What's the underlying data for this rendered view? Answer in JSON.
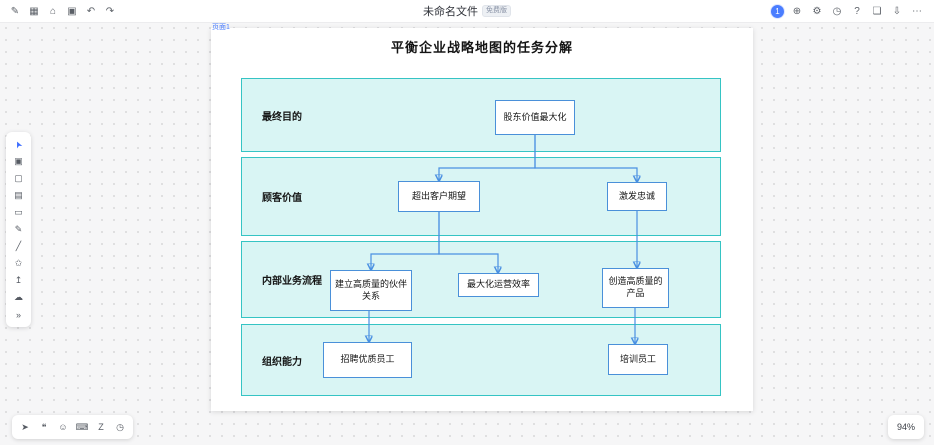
{
  "topbar": {
    "file_title": "未命名文件",
    "badge": "免费版",
    "left_icons": [
      {
        "name": "edit-icon",
        "glyph": "✎"
      },
      {
        "name": "grid-icon",
        "glyph": "▦"
      },
      {
        "name": "home-icon",
        "glyph": "⌂"
      },
      {
        "name": "frame-icon",
        "glyph": "▣"
      },
      {
        "name": "undo-icon",
        "glyph": "↶"
      },
      {
        "name": "redo-icon",
        "glyph": "↷"
      }
    ],
    "avatar_label": "1",
    "right_icons": [
      {
        "name": "invite-icon",
        "glyph": "⊕"
      },
      {
        "name": "plugin-icon",
        "glyph": "⚙"
      },
      {
        "name": "history-icon",
        "glyph": "◷"
      },
      {
        "name": "help-icon",
        "glyph": "?"
      },
      {
        "name": "panel-icon",
        "glyph": "❏"
      },
      {
        "name": "export-icon",
        "glyph": "⇩"
      },
      {
        "name": "more-icon",
        "glyph": "⋯"
      }
    ]
  },
  "sidebar": {
    "tools": [
      {
        "name": "select-tool",
        "glyph": "➤"
      },
      {
        "name": "frame-tool",
        "glyph": "▣"
      },
      {
        "name": "shape-tool",
        "glyph": "▢"
      },
      {
        "name": "sticky-note-tool",
        "glyph": "▤"
      },
      {
        "name": "card-tool",
        "glyph": "▭"
      },
      {
        "name": "pen-tool",
        "glyph": "✎"
      },
      {
        "name": "connector-tool",
        "glyph": "╱"
      },
      {
        "name": "star-shape-tool",
        "glyph": "✩"
      },
      {
        "name": "upload-tool",
        "glyph": "↥"
      },
      {
        "name": "cloud-tool",
        "glyph": "☁"
      },
      {
        "name": "more-tools",
        "glyph": "»"
      }
    ]
  },
  "bottombar": {
    "tools": [
      {
        "name": "laser-tool",
        "glyph": "➤"
      },
      {
        "name": "comment-tool",
        "glyph": "❝"
      },
      {
        "name": "emoji-tool",
        "glyph": "☺"
      },
      {
        "name": "keyboard-tool",
        "glyph": "⌨"
      },
      {
        "name": "zen-tool",
        "glyph": "Z"
      },
      {
        "name": "timer-tool",
        "glyph": "◷"
      }
    ],
    "zoom": "94%"
  },
  "page": {
    "label": "页面1"
  },
  "diagram": {
    "title": "平衡企业战略地图的任务分解",
    "bands": [
      {
        "label": "最终目的"
      },
      {
        "label": "顾客价值"
      },
      {
        "label": "内部业务流程"
      },
      {
        "label": "组织能力"
      }
    ],
    "nodes": [
      {
        "id": "shareholder-value",
        "text": "股东价值最大化"
      },
      {
        "id": "exceed-expectations",
        "text": "超出客户期望"
      },
      {
        "id": "inspire-loyalty",
        "text": "激发忠诚"
      },
      {
        "id": "partnerships",
        "text": "建立高质量的伙伴关系"
      },
      {
        "id": "efficiency",
        "text": "最大化运营效率"
      },
      {
        "id": "quality-products",
        "text": "创造高质量的产品"
      },
      {
        "id": "recruit",
        "text": "招聘优质员工"
      },
      {
        "id": "train",
        "text": "培训员工"
      }
    ],
    "edges": [
      [
        "shareholder-value",
        "exceed-expectations"
      ],
      [
        "shareholder-value",
        "inspire-loyalty"
      ],
      [
        "exceed-expectations",
        "partnerships"
      ],
      [
        "exceed-expectations",
        "efficiency"
      ],
      [
        "inspire-loyalty",
        "quality-products"
      ],
      [
        "partnerships",
        "recruit"
      ],
      [
        "quality-products",
        "train"
      ]
    ],
    "colors": {
      "band_fill": "#d9f5f4",
      "band_border": "#35c4c4",
      "node_border": "#4a90d9",
      "arrow": "#4a90e2",
      "accent": "#3b6cff"
    }
  }
}
